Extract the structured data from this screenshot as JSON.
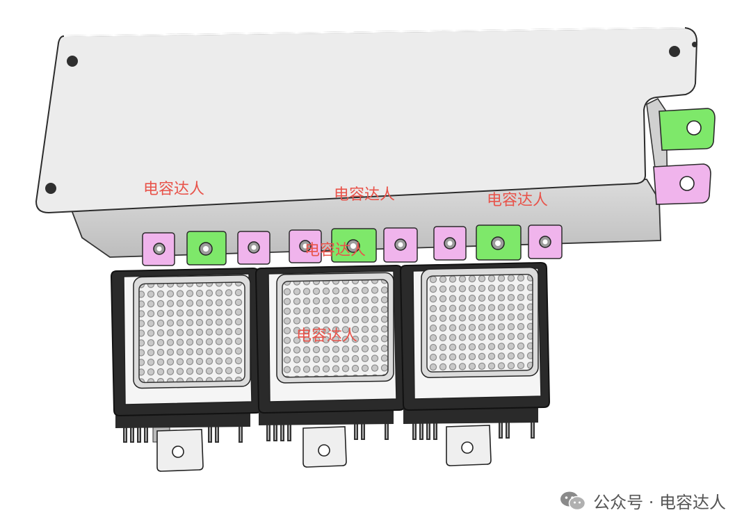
{
  "watermarks": [
    "电容达人",
    "电容达人",
    "电容达人",
    "电容达人",
    "电容达人"
  ],
  "footer": {
    "icon": "wechat-icon",
    "text": "公众号 · 电容达人"
  },
  "colors": {
    "pink_terminal": "#f0b4ec",
    "green_terminal": "#7ee86a",
    "watermark": "#e8534a",
    "housing": "#ececec",
    "module_frame": "#2a2a2a"
  }
}
